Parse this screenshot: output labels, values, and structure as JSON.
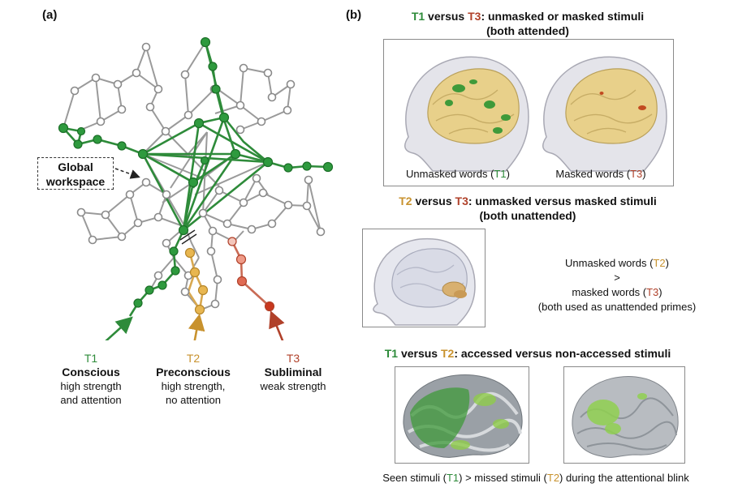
{
  "panel_a": {
    "label": "(a)",
    "workspace_label": [
      "Global",
      "workspace"
    ],
    "legend": [
      {
        "tag": "T1",
        "name": "Conscious",
        "desc": [
          "high strength",
          "and attention"
        ],
        "color": "#2e8b3a"
      },
      {
        "tag": "T2",
        "name": "Preconscious",
        "desc": [
          "high strength,",
          "no attention"
        ],
        "color": "#c8922e"
      },
      {
        "tag": "T3",
        "name": "Subliminal",
        "desc": [
          "weak strength"
        ],
        "color": "#b0412a"
      }
    ]
  },
  "panel_b": {
    "label": "(b)",
    "section1": {
      "tag_a": "T1",
      "versus": " versus ",
      "tag_b": "T3",
      "title": ": unmasked or masked stimuli",
      "subtitle": "(both attended)",
      "caption_left": {
        "pre": "Unmasked words (",
        "tag": "T1",
        "post": ")"
      },
      "caption_right": {
        "pre": "Masked words (",
        "tag": "T3",
        "post": ")"
      }
    },
    "section2": {
      "tag_a": "T2",
      "versus": " versus ",
      "tag_b": "T3",
      "title": ": unmasked versus masked stimuli",
      "subtitle": "(both unattended)",
      "line1": {
        "pre": "Unmasked words (",
        "tag": "T2",
        "post": ")"
      },
      "line2": ">",
      "line3": {
        "pre": "masked words (",
        "tag": "T3",
        "post": ")"
      },
      "line4": "(both used as unattended primes)"
    },
    "section3": {
      "tag_a": "T1",
      "versus": " versus ",
      "tag_b": "T2",
      "title": ": accessed versus non-accessed stimuli",
      "caption": {
        "pre": "Seen stimuli (",
        "tag_a": "T1",
        "mid": ") > missed stimuli (",
        "tag_b": "T2",
        "post": ") during the attentional blink"
      }
    }
  },
  "colors": {
    "green": "#2e8b3a",
    "tan": "#c8922e",
    "red": "#b0412a",
    "edge": "#9a9a9a"
  }
}
